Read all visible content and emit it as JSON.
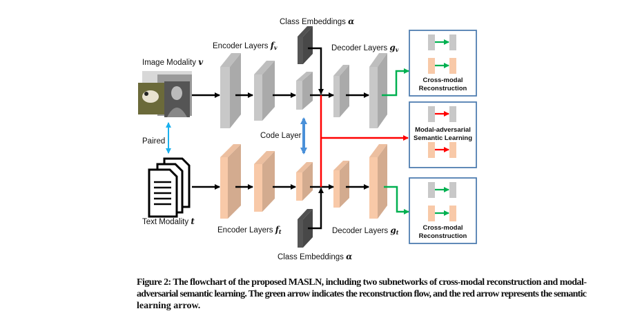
{
  "diagram": {
    "labels": {
      "class_embeddings_top": "Class Embeddings",
      "class_embeddings_bottom": "Class Embeddings",
      "class_symbol": "α",
      "encoder_top": "Encoder Layers",
      "encoder_top_sym": "f",
      "encoder_top_sub": "v",
      "decoder_top": "Decoder Layers",
      "decoder_top_sym": "g",
      "decoder_top_sub": "v",
      "image_modality": "Image Modality",
      "image_sym": "v",
      "code_layer": "Code Layer",
      "paired": "Paired",
      "text_modality": "Text Modality",
      "text_sym": "t",
      "encoder_bottom": "Encoder Layers",
      "encoder_bottom_sym": "f",
      "encoder_bottom_sub": "t",
      "decoder_bottom": "Decoder Layers",
      "decoder_bottom_sym": "g",
      "decoder_bottom_sub": "t"
    },
    "boxes": [
      {
        "line1": "Cross-modal",
        "line2": "Reconstruction",
        "arrow_color": "#00b050"
      },
      {
        "line1": "Modal-adversarial",
        "line2": "Semantic Learning",
        "arrow_color": "#ff0000"
      },
      {
        "line1": "Cross-modal",
        "line2": "Reconstruction",
        "arrow_color": "#00b050"
      }
    ],
    "colors": {
      "image_layer": "#c8c8c8",
      "text_layer": "#f8c9a8",
      "class_embedding": "#555555",
      "reconstruction_arrow": "#00b050",
      "semantic_arrow": "#ff0000",
      "code_arrow": "#4a90d9",
      "paired_arrow": "#1ab0ee",
      "box_border": "#4f7eb0"
    }
  },
  "caption": {
    "lines": [
      "Figure 2: The flowchart of the proposed MASLN, including two subnetworks of cross-modal reconstruction and modal-",
      "adversarial semantic learning. The green arrow indicates the reconstruction flow, and the red arrow represents the semantic",
      "learning arrow."
    ]
  }
}
